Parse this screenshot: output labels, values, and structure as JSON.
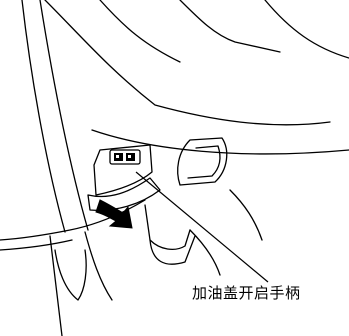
{
  "callout": {
    "label": "加油盖开启手柄"
  },
  "colors": {
    "stroke": "#000000",
    "background": "#ffffff",
    "fill_dark": "#000000"
  },
  "icons": [
    "fuel-lid-release-lever",
    "pull-direction-arrow"
  ]
}
